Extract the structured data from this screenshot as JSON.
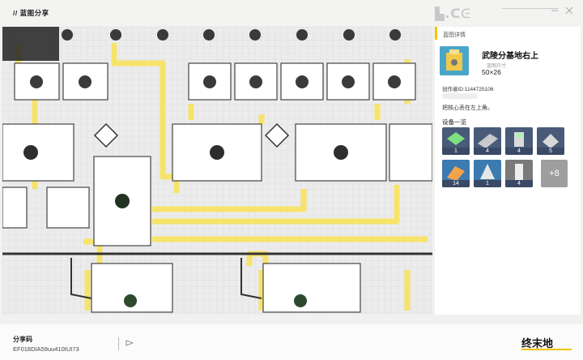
{
  "header": {
    "title": "// 蓝图分享",
    "brand_tag": "▙.ᑕᕮ"
  },
  "panel": {
    "header": "蓝图详情",
    "blueprint_name": "武陵分基地右上",
    "size_label": "蓝图尺寸",
    "size": "50×26",
    "author_id": "创作者ID:1144725106",
    "description": "把核心丢在左上角。",
    "device_list_title": "设备一览",
    "devices": [
      {
        "icon": "refinery-device-icon",
        "count": "1",
        "color": "#4a5b7a"
      },
      {
        "icon": "conveyor-plate-device-icon",
        "count": "4",
        "color": "#4a5b7a"
      },
      {
        "icon": "power-pylon-device-icon",
        "count": "4",
        "color": "#4a5b7a"
      },
      {
        "icon": "storage-unit-device-icon",
        "count": "5",
        "color": "#4a5b7a"
      },
      {
        "icon": "crusher-device-icon",
        "count": "14",
        "color": "#3c7bb0"
      },
      {
        "icon": "relay-tower-device-icon",
        "count": "1",
        "color": "#3c7bb0"
      },
      {
        "icon": "pillar-device-icon",
        "count": "4",
        "color": "#7a7a7a"
      }
    ],
    "more": "+8"
  },
  "footer": {
    "share_label": "分享码",
    "share_code": "EF018DIA59uu410IUI73",
    "logo_text": "终末地"
  },
  "colors": {
    "belt_yellow": "#f6e36a",
    "accent": "#f5c400",
    "machine_outline": "#333333"
  }
}
